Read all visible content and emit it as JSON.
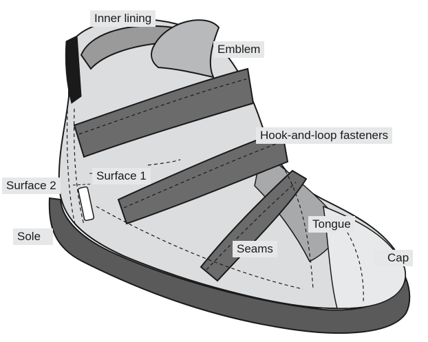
{
  "labels": {
    "inner_lining": "Inner lining",
    "emblem": "Emblem",
    "hook_and_loop": "Hook-and-loop fasteners",
    "surface_1": "Surface 1",
    "surface_2": "Surface 2",
    "sole": "Sole",
    "tongue": "Tongue",
    "seams": "Seams",
    "cap": "Cap"
  },
  "colors": {
    "sole": "#5a5a5a",
    "strap": "#6b6b6b",
    "upper": "#dcdddf",
    "lining": "#9a9a9a",
    "label_bg": "#e6e7e8"
  }
}
